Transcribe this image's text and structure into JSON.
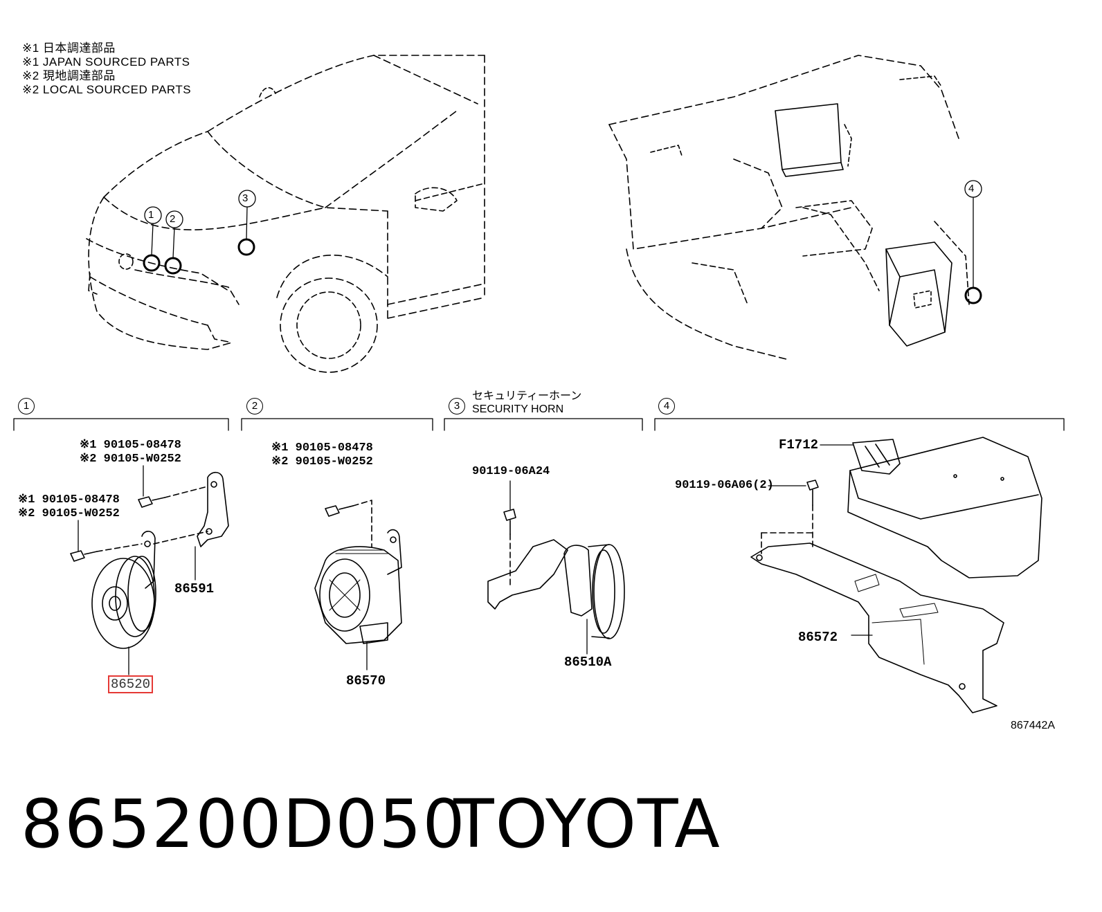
{
  "legend": [
    "※1 日本調達部品",
    "※1 JAPAN SOURCED PARTS",
    "※2 現地調達部品",
    "※2 LOCAL SOURCED PARTS"
  ],
  "overview": {
    "callouts": [
      "1",
      "2",
      "3",
      "4"
    ]
  },
  "sections": [
    {
      "num": "1",
      "title_jp": "",
      "title_en": ""
    },
    {
      "num": "2",
      "title_jp": "",
      "title_en": ""
    },
    {
      "num": "3",
      "title_jp": "セキュリティーホーン",
      "title_en": "SECURITY HORN"
    },
    {
      "num": "4",
      "title_jp": "",
      "title_en": ""
    }
  ],
  "section1": {
    "bolt_top": [
      "※1 90105-08478",
      "※2 90105-W0252"
    ],
    "bolt_left": [
      "※1 90105-08478",
      "※2 90105-W0252"
    ],
    "bracket": "86591",
    "horn": "86520"
  },
  "section2": {
    "bolt": [
      "※1 90105-08478",
      "※2 90105-W0252"
    ],
    "horn": "86570"
  },
  "section3": {
    "bolt": "90119-06A24",
    "horn": "86510A"
  },
  "section4": {
    "connector": "F1712",
    "bolt": "90119-06A06(2)",
    "bracket": "86572"
  },
  "diagram_code": "867442A",
  "footer": {
    "part_number": "865200D050",
    "brand": "TOYOTA"
  },
  "colors": {
    "highlight": "#e53935",
    "line": "#000000"
  }
}
